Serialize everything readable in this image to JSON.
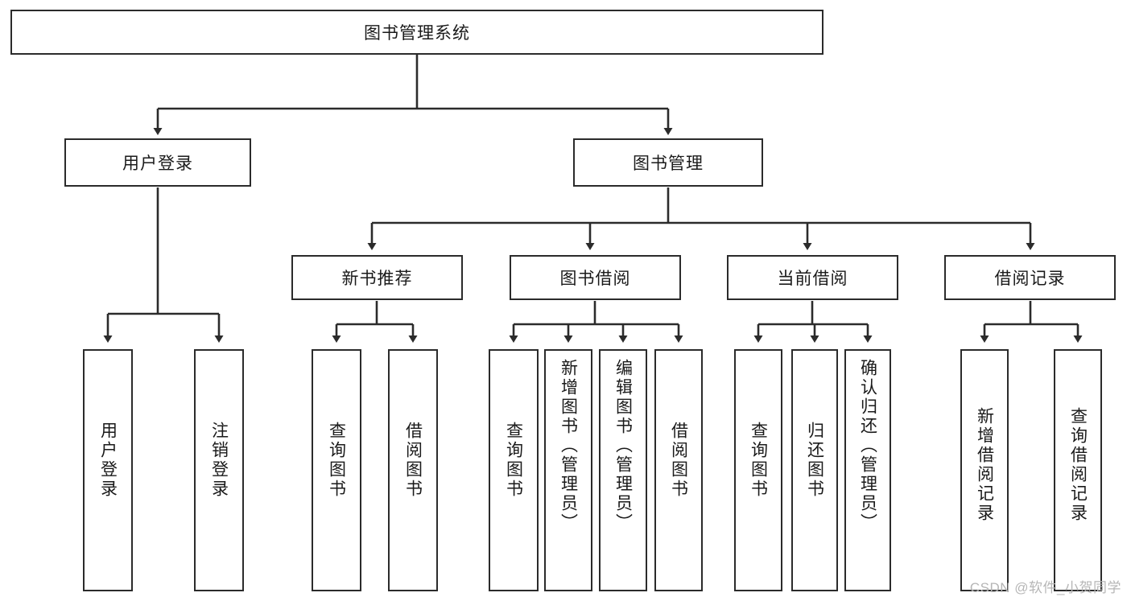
{
  "diagram": {
    "title": "图书管理系统",
    "type": "tree-hierarchy",
    "root": {
      "id": "root",
      "label": "图书管理系统",
      "level": 0
    },
    "level2": [
      {
        "id": "user-login",
        "label": "用户登录"
      },
      {
        "id": "book-management",
        "label": "图书管理"
      }
    ],
    "level3": [
      {
        "id": "new-book-recommend",
        "label": "新书推荐",
        "parent": "book-management"
      },
      {
        "id": "book-borrow",
        "label": "图书借阅",
        "parent": "book-management"
      },
      {
        "id": "current-borrow",
        "label": "当前借阅",
        "parent": "book-management"
      },
      {
        "id": "borrow-record",
        "label": "借阅记录",
        "parent": "book-management"
      }
    ],
    "leaves": [
      {
        "id": "leaf-user-login",
        "label": "用户登录",
        "parent": "user-login"
      },
      {
        "id": "leaf-logout",
        "label": "注销登录",
        "parent": "user-login"
      },
      {
        "id": "leaf-query-book-1",
        "label": "查询图书",
        "parent": "new-book-recommend"
      },
      {
        "id": "leaf-borrow-book-1",
        "label": "借阅图书",
        "parent": "new-book-recommend"
      },
      {
        "id": "leaf-query-book-2",
        "label": "查询图书",
        "parent": "book-borrow"
      },
      {
        "id": "leaf-add-book",
        "label": "新增图书（管理员）",
        "parent": "book-borrow"
      },
      {
        "id": "leaf-edit-book",
        "label": "编辑图书（管理员）",
        "parent": "book-borrow"
      },
      {
        "id": "leaf-borrow-book-2",
        "label": "借阅图书",
        "parent": "book-borrow"
      },
      {
        "id": "leaf-query-book-3",
        "label": "查询图书",
        "parent": "current-borrow"
      },
      {
        "id": "leaf-return-book",
        "label": "归还图书",
        "parent": "current-borrow"
      },
      {
        "id": "leaf-confirm-return",
        "label": "确认归还（管理员）",
        "parent": "current-borrow"
      },
      {
        "id": "leaf-add-record",
        "label": "新增借阅记录",
        "parent": "borrow-record"
      },
      {
        "id": "leaf-query-record",
        "label": "查询借阅记录",
        "parent": "borrow-record"
      }
    ],
    "watermark": "CSDN @软件_小贺同学",
    "colors": {
      "stroke": "#2b2b2b",
      "fill": "#ffffff",
      "text": "#1a1a1a",
      "watermark": "#b6b6b6"
    }
  }
}
